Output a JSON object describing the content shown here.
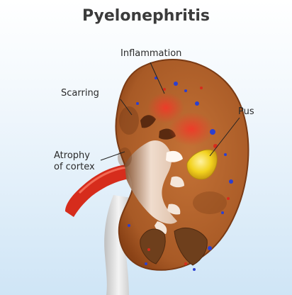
{
  "title": "Pyelonephritis",
  "labels": {
    "inflammation": "Inflammation",
    "scarring": "Scarring",
    "pus": "Pus",
    "atrophy_line1": "Atrophy",
    "atrophy_line2": "of cortex"
  },
  "colors": {
    "kidney": "#b0602a",
    "cortex_edge": "#8a4216",
    "pelvis": "#f0dccd",
    "inflammation": "#e8402a",
    "pus": "#f0d020",
    "artery": "#d62c1c",
    "ureter": "#dcdcdc",
    "pyramids": "#6e3f1c"
  }
}
